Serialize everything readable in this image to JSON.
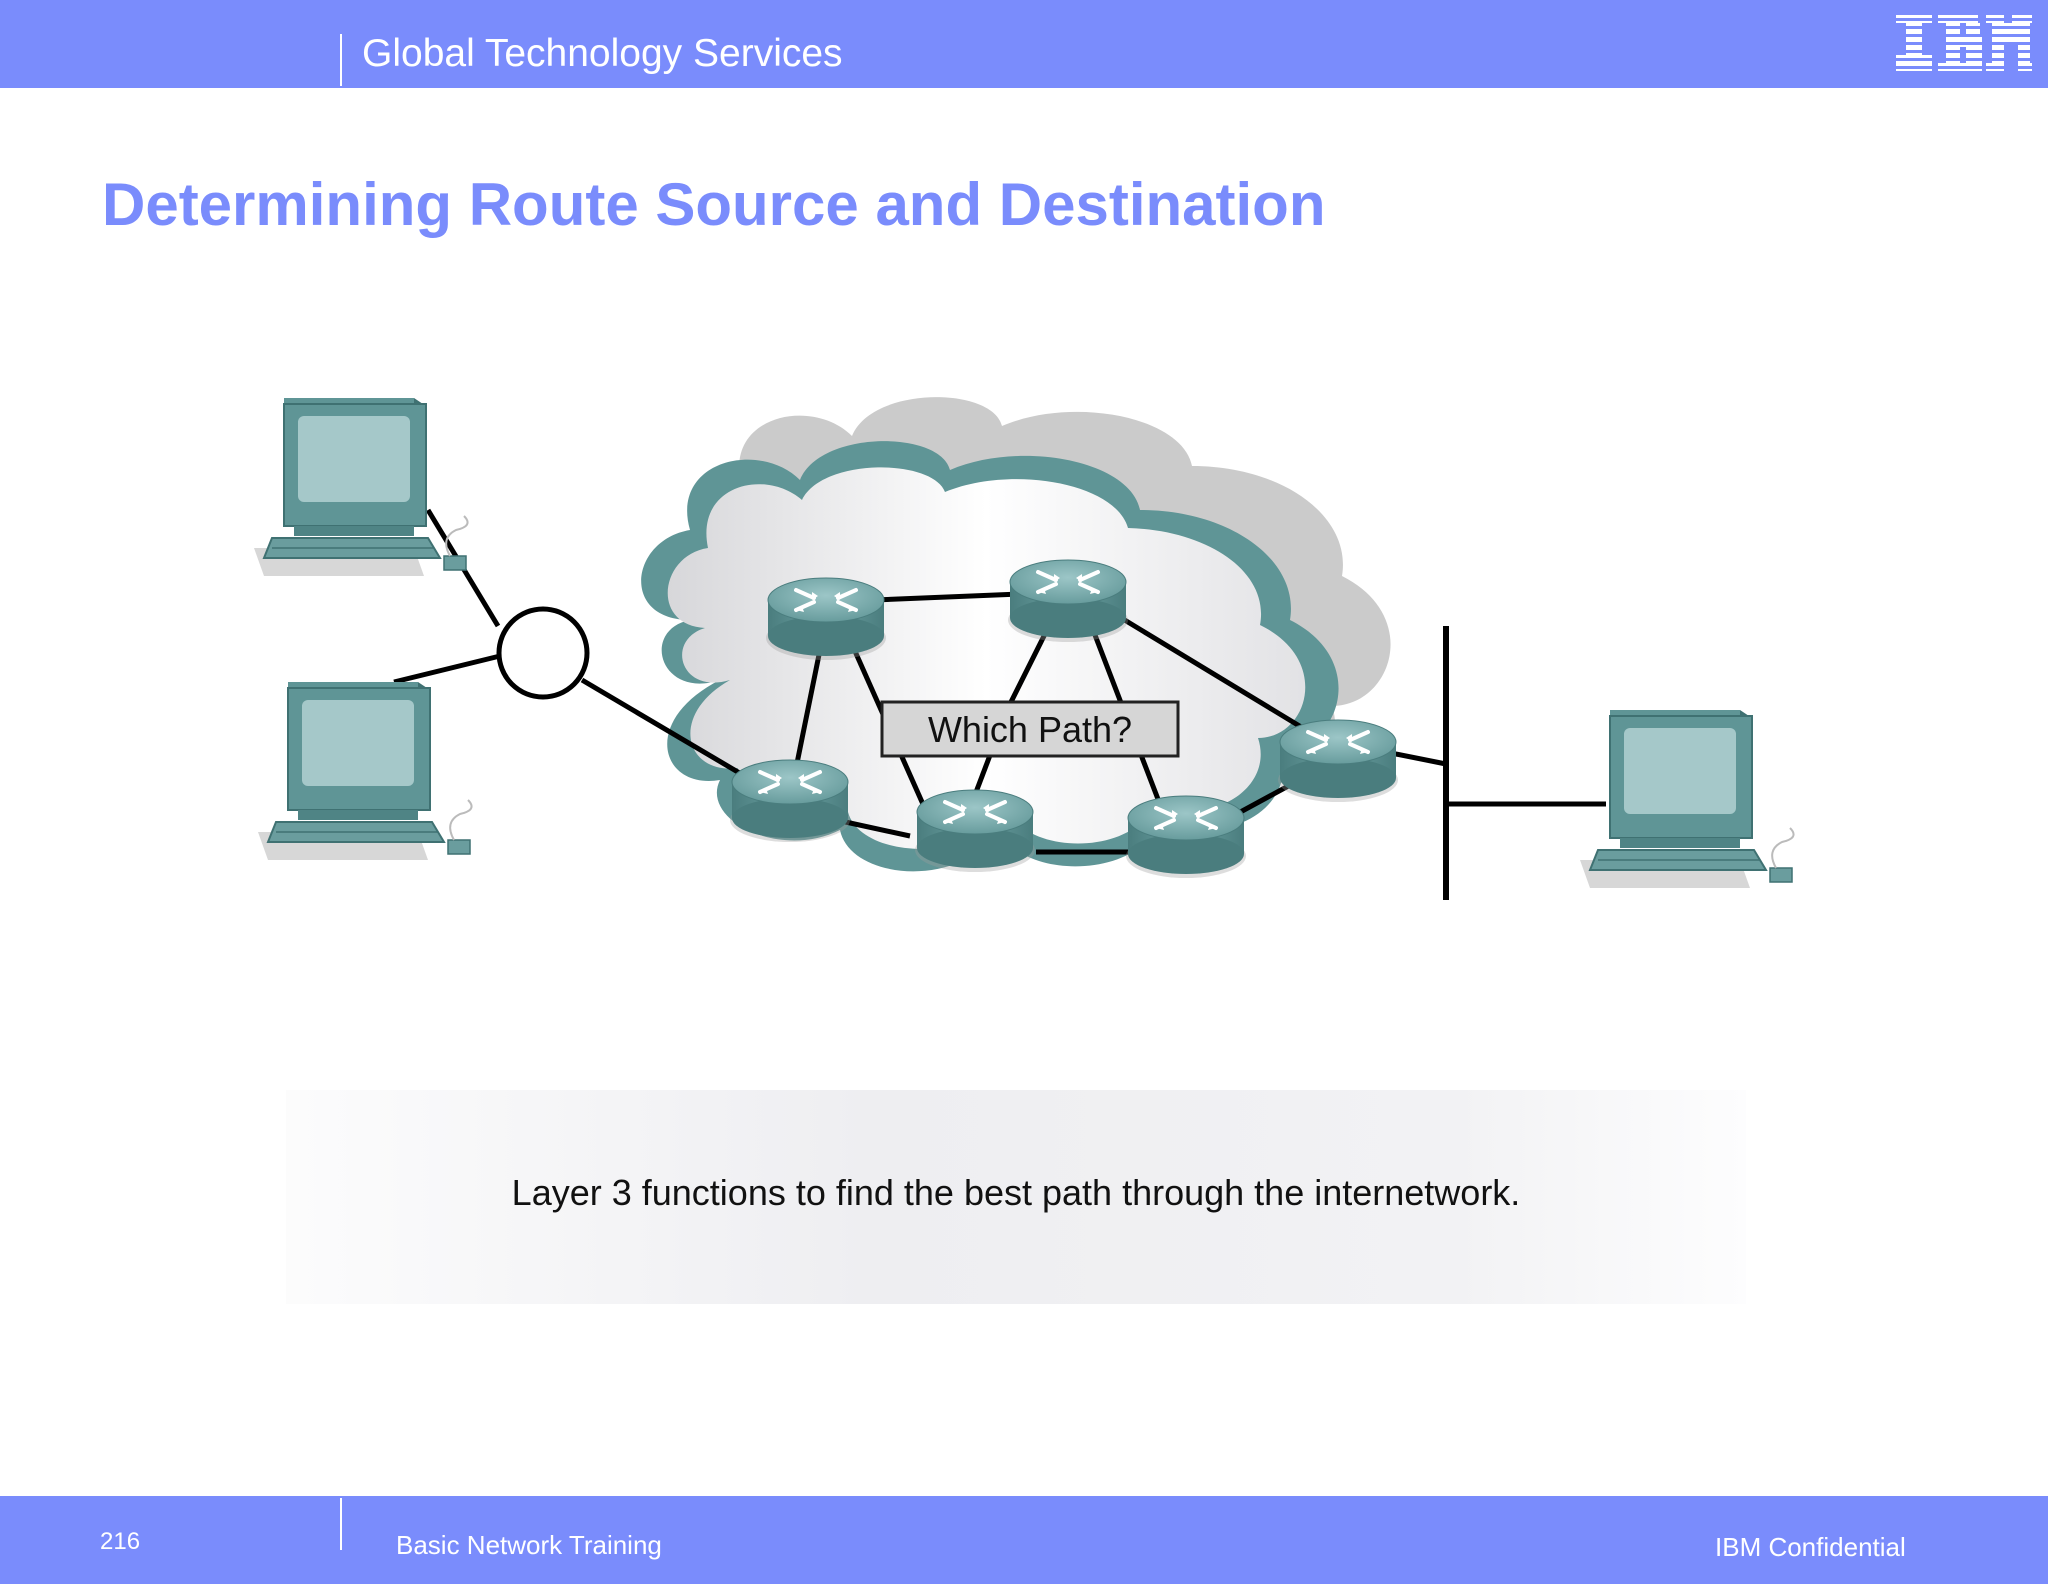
{
  "header": {
    "title": "Global Technology Services",
    "logo_text": "IBM"
  },
  "slide": {
    "title": "Determining Route Source and Destination"
  },
  "diagram": {
    "label": "Which Path?",
    "caption": "Layer 3 functions to find the best path through the internetwork."
  },
  "footer": {
    "page_number": "216",
    "course": "Basic Network Training",
    "confidential": "IBM Confidential"
  },
  "colors": {
    "brand": "#7a8cfc",
    "device_teal": "#5f9596",
    "screen": "#a5c8c9"
  }
}
